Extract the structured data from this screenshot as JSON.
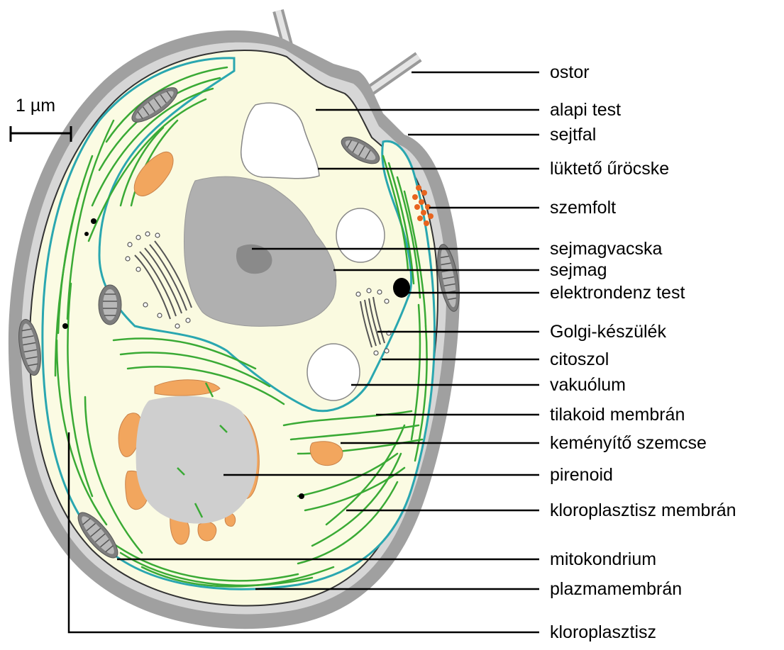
{
  "scale_bar": {
    "label": "1 µm"
  },
  "labels": [
    {
      "id": "ostor",
      "text": "ostor"
    },
    {
      "id": "alapi-test",
      "text": "alapi test"
    },
    {
      "id": "sejtfal",
      "text": "sejtfal"
    },
    {
      "id": "luktet-urocske",
      "text": "lüktető űröcske"
    },
    {
      "id": "szemfolt",
      "text": "szemfolt"
    },
    {
      "id": "sejmagvacska",
      "text": "sejmagvacska"
    },
    {
      "id": "sejmag",
      "text": "sejmag"
    },
    {
      "id": "elektrondenz-test",
      "text": "elektrondenz test"
    },
    {
      "id": "golgi-keszulek",
      "text": "Golgi-készülék"
    },
    {
      "id": "citoszol",
      "text": "citoszol"
    },
    {
      "id": "vakuolum",
      "text": "vakuólum"
    },
    {
      "id": "tilakoid-membran",
      "text": "tilakoid membrán"
    },
    {
      "id": "kemenyito-szemcse",
      "text": "keményítő szemcse"
    },
    {
      "id": "pirenoid",
      "text": "pirenoid"
    },
    {
      "id": "kloroplasztisz-membran",
      "text": "kloroplasztisz membrán"
    },
    {
      "id": "mitokondrium",
      "text": "mitokondrium"
    },
    {
      "id": "plazmamembran",
      "text": "plazmamembrán"
    },
    {
      "id": "kloroplasztisz",
      "text": "kloroplasztisz"
    }
  ],
  "colors": {
    "cell_wall": "#a6a6a6",
    "cytosol": "#fafae0",
    "chloroplast_membrane": "#2aa7b0",
    "thylakoid": "#3aaa35",
    "starch": "#f2a65e",
    "nucleus": "#b0b0b0",
    "nucleolus": "#8a8a8a",
    "eyespot": "#e8641e",
    "mitochondrion": "#7d7d7d"
  }
}
